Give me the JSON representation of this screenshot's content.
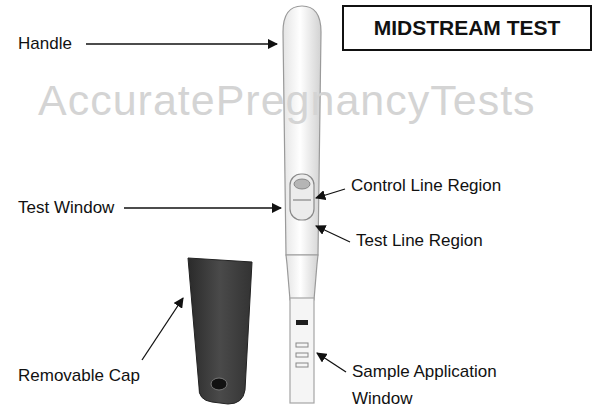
{
  "diagram": {
    "nodes": [
      {
        "text": [
          "MIDSTREAM TEST"
        ]
      }
    ],
    "labels": [
      "Handle",
      "AccuratePregnancyTests",
      "Test Window",
      "Control Line Region",
      "Test Line Region",
      "Removable Cap",
      "Sample Application Window"
    ]
  }
}
